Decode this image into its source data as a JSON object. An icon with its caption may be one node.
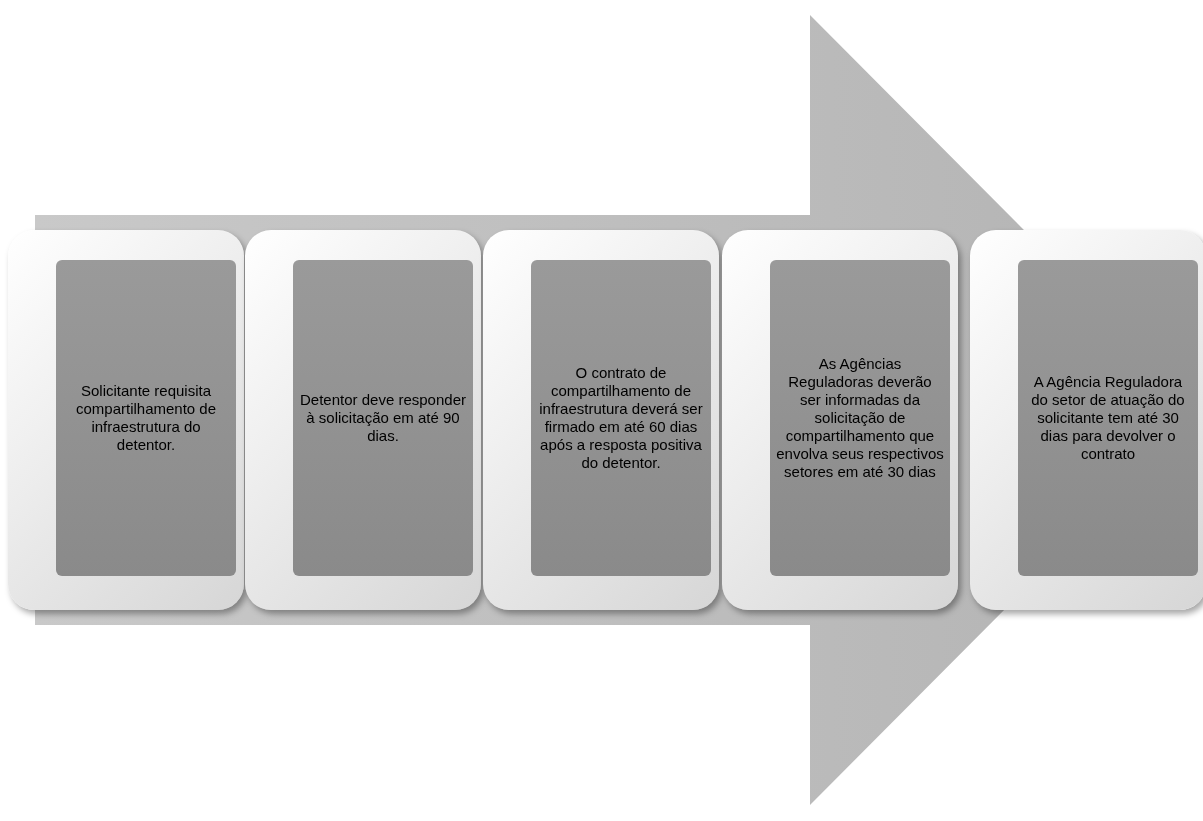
{
  "diagram": {
    "nodes": [
      {
        "text": [
          "Solicitante requisita compartilhamento de infraestrutura do detentor."
        ]
      },
      {
        "text": [
          "Detentor deve responder à solicitação em até 90 dias."
        ]
      },
      {
        "text": [
          "O contrato de compartilhamento de infraestrutura deverá ser firmado em até 60 dias após a resposta positiva do detentor."
        ]
      },
      {
        "text": [
          "As Agências Reguladoras deverão ser informadas da solicitação de compartilhamento que envolva seus respectivos setores em até 30 dias"
        ]
      },
      {
        "text": [
          "A Agência Reguladora do setor de atuação do solicitante tem até 30 dias para devolver o contrato"
        ]
      }
    ],
    "edges": [
      {
        "from": 0,
        "to": 4,
        "arrow": "to"
      }
    ]
  }
}
